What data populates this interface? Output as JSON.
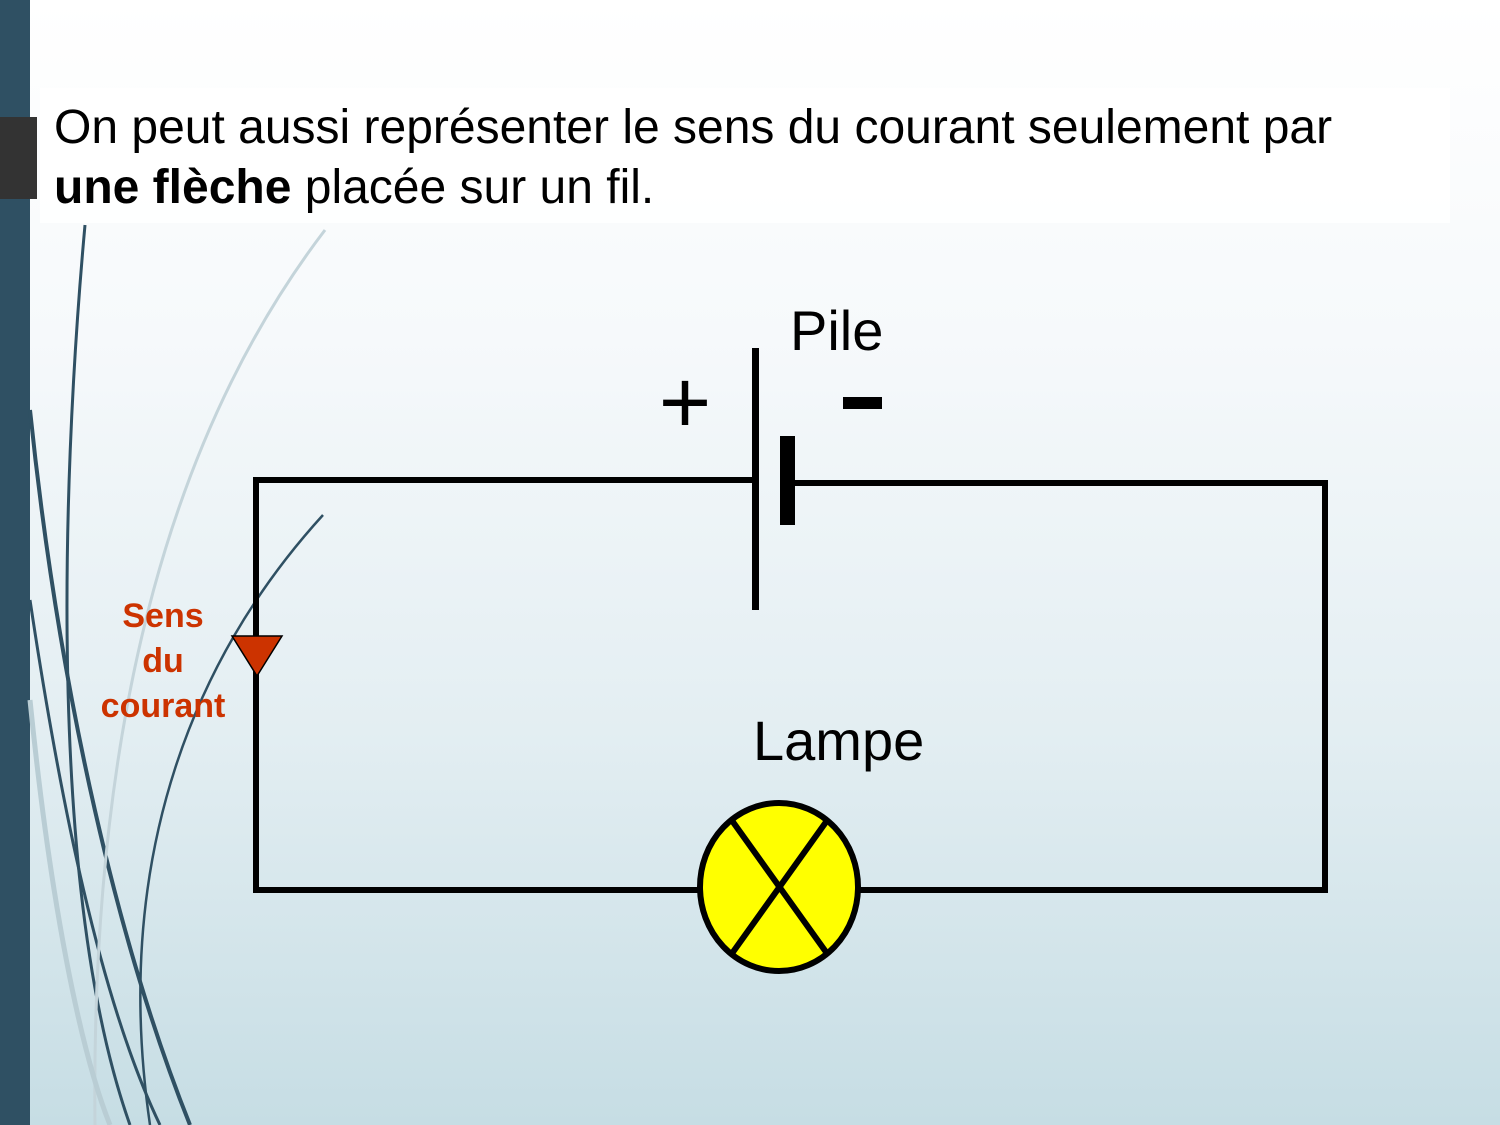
{
  "title": {
    "line1": "On peut aussi représenter le sens du courant seulement par",
    "bold": "une flèche",
    "rest": " placée sur un fil."
  },
  "diagram": {
    "battery_label": "Pile",
    "plus_sign": "+",
    "minus_sign": "-",
    "lamp_label": "Lampe",
    "current_label": [
      "Sens",
      "du",
      "courant"
    ],
    "colors": {
      "arrow": "#cc3300",
      "lamp": "#ffff00",
      "wire": "#000000",
      "sidebar": "#2f5063"
    }
  }
}
